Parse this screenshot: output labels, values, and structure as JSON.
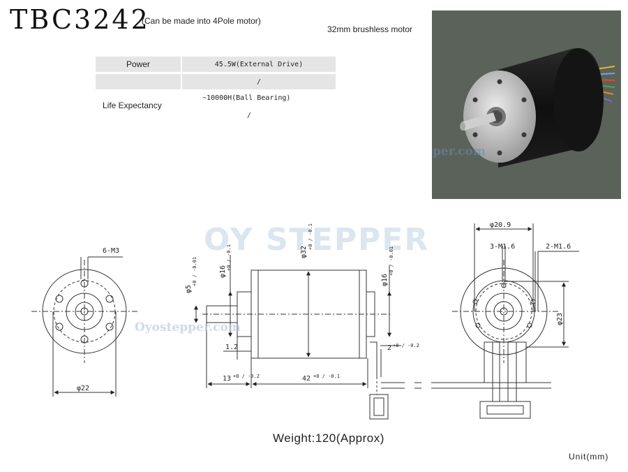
{
  "header": {
    "model": "TBC3242",
    "note": "(Can be made into 4Pole motor)",
    "tagline": "32mm brushless motor"
  },
  "specs": {
    "power_label": "Power",
    "power_value": "45.5W(External Drive)",
    "row2_value": "/",
    "life_label": "Life Expectancy",
    "life_value": "~10000H(Ball Bearing)",
    "life_value2": "/"
  },
  "photo": {
    "watermark": "Oyostepper.com",
    "background_color": "#5a625a",
    "motor_color": "#1b1b1b"
  },
  "drawing": {
    "logo_text": "OY STEPPER",
    "watermark": "Oyostepper.com",
    "front_left": {
      "screw_label": "6-M3",
      "diameter_label": "φ22"
    },
    "side": {
      "shaft_diameter": "φ5",
      "shaft_tol": "+0 / -0.01",
      "boss_left": "φ16",
      "boss_left_tol": "+0 / -0.1",
      "body_diameter": "φ32",
      "body_tol": "+0 / -0.1",
      "boss_right": "φ16",
      "boss_right_tol": "+0 / -0.01",
      "boss_depth": "1.2",
      "shaft_length": "13",
      "shaft_length_tol": "+0 / -0.2",
      "body_length": "42",
      "body_length_tol": "+0 / -0.1",
      "rear_gap": "2",
      "rear_gap_tol": "+0 / -0.2"
    },
    "rear_right": {
      "pcd_label": "φ20.9",
      "screw_a": "3-M1.6",
      "screw_b": "2-M1.6",
      "height_label": "φ23"
    }
  },
  "footer": {
    "weight": "Weight:120(Approx)",
    "unit": "Unit(mm)"
  }
}
